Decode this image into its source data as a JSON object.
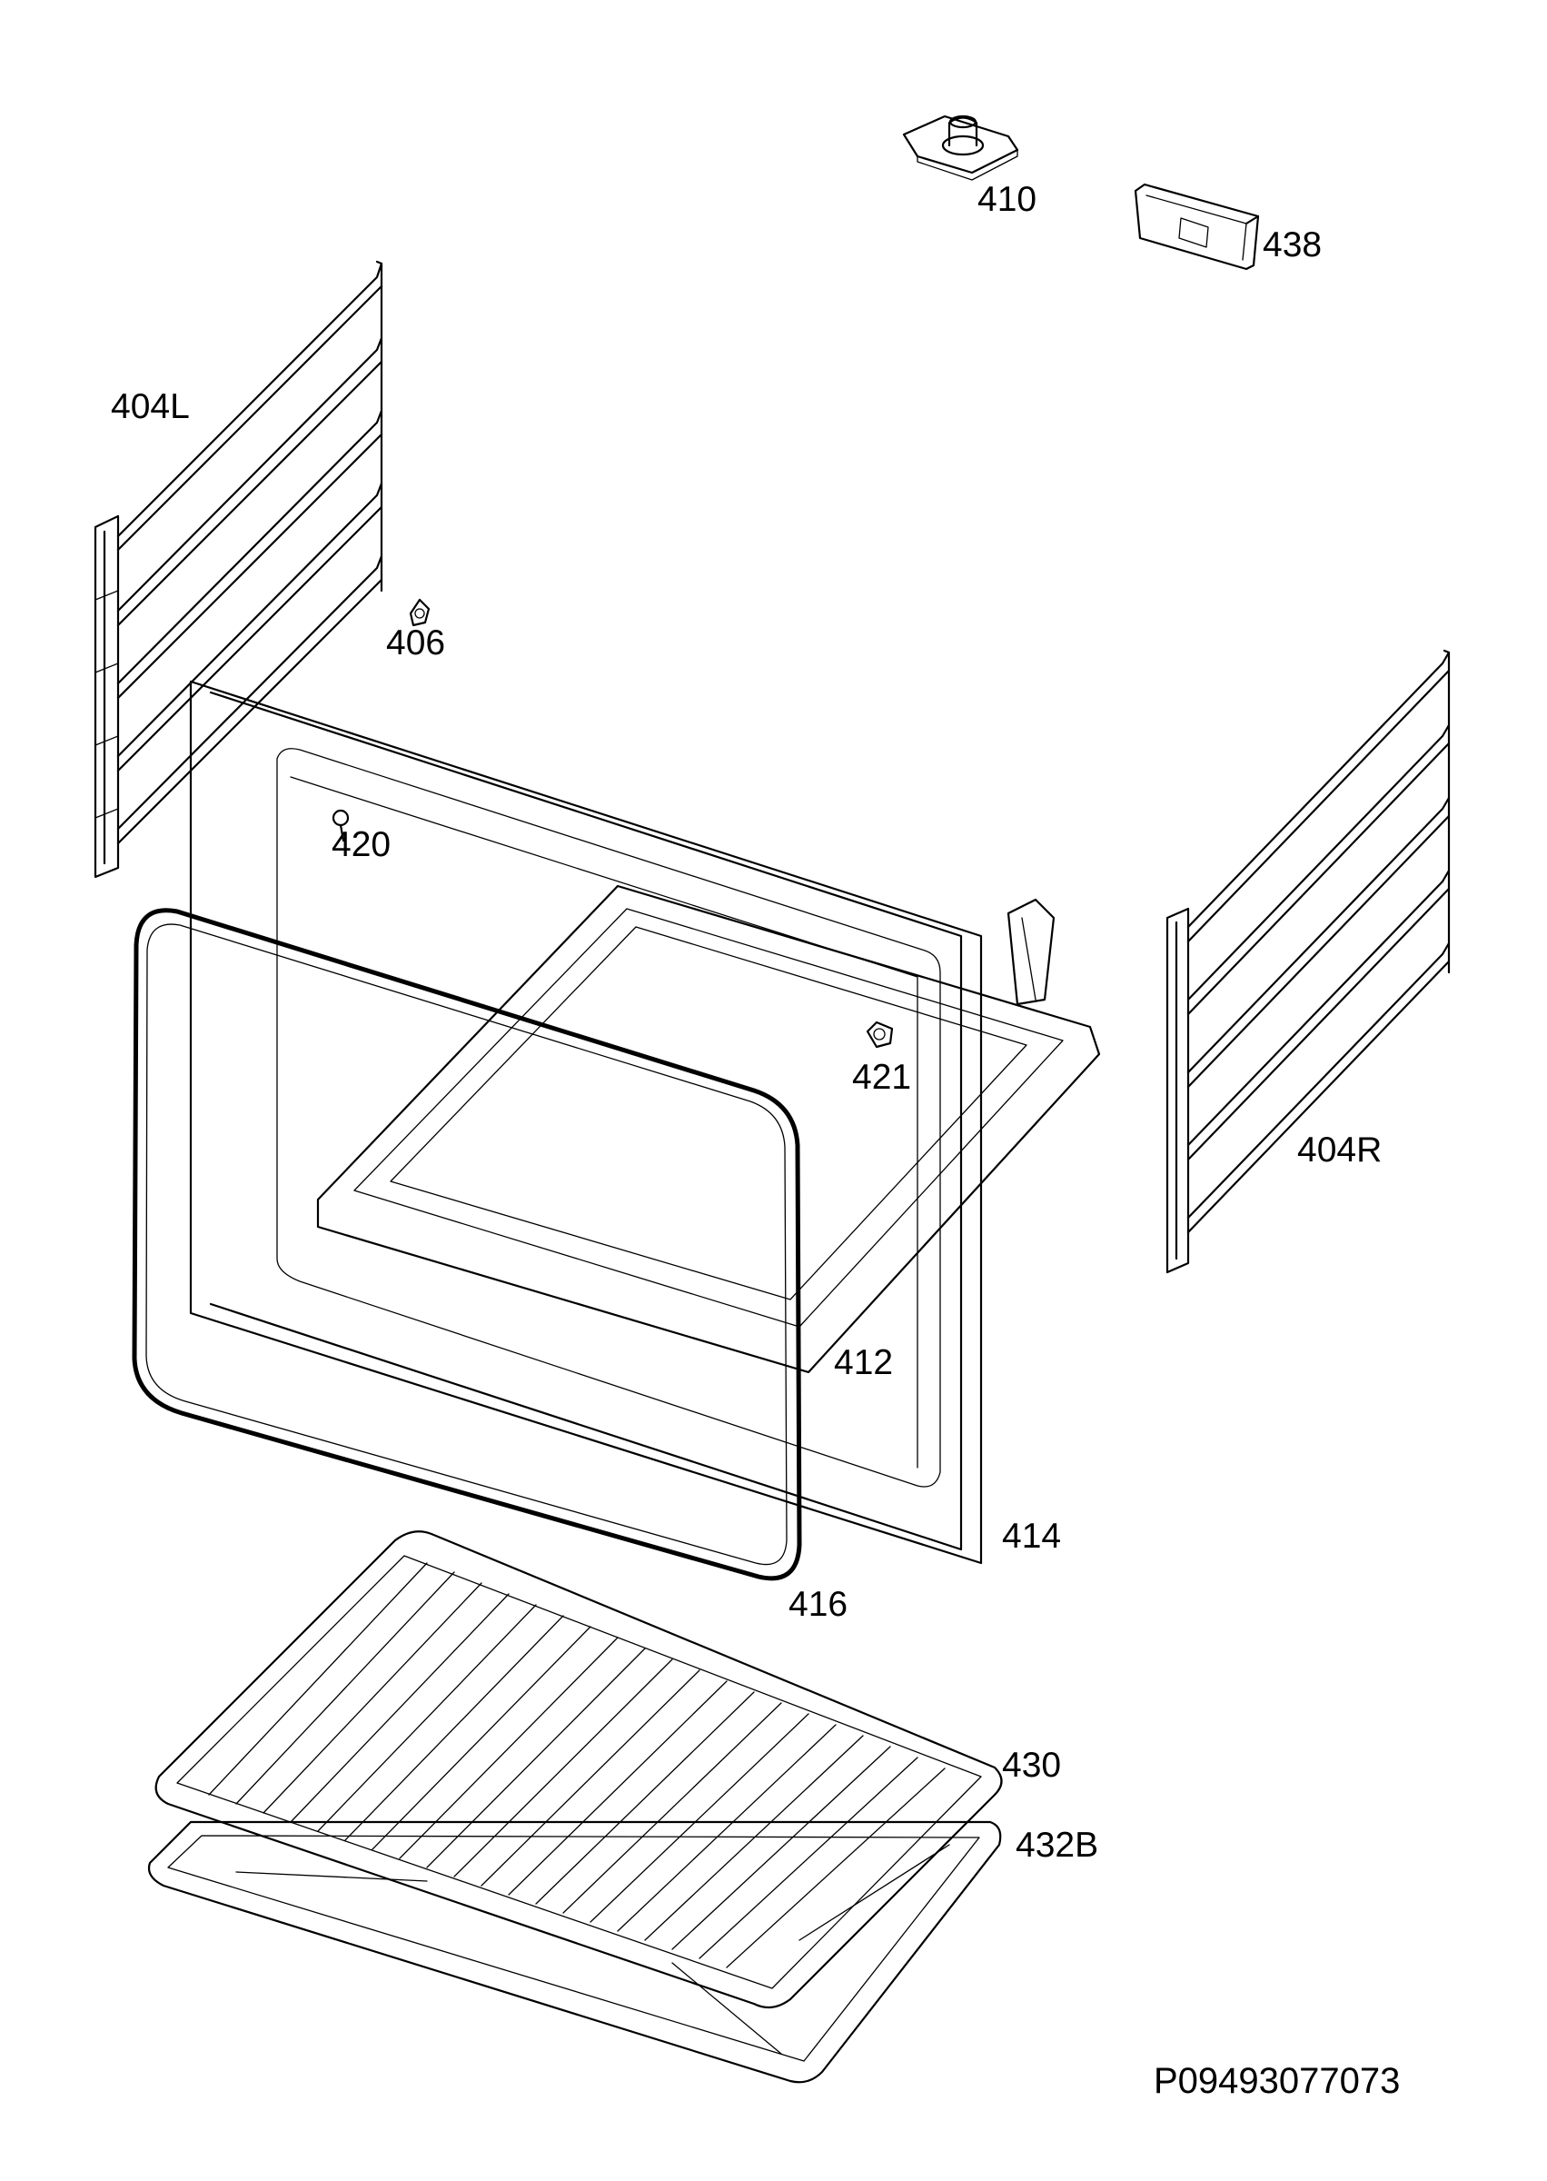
{
  "callouts": {
    "p410": "410",
    "p438": "438",
    "p404L": "404L",
    "p406": "406",
    "p420": "420",
    "p421": "421",
    "p404R": "404R",
    "p412": "412",
    "p414": "414",
    "p416": "416",
    "p430": "430",
    "p432B": "432B"
  },
  "document_id": "P09493077073",
  "colors": {
    "line": "#000000",
    "background": "#ffffff"
  }
}
